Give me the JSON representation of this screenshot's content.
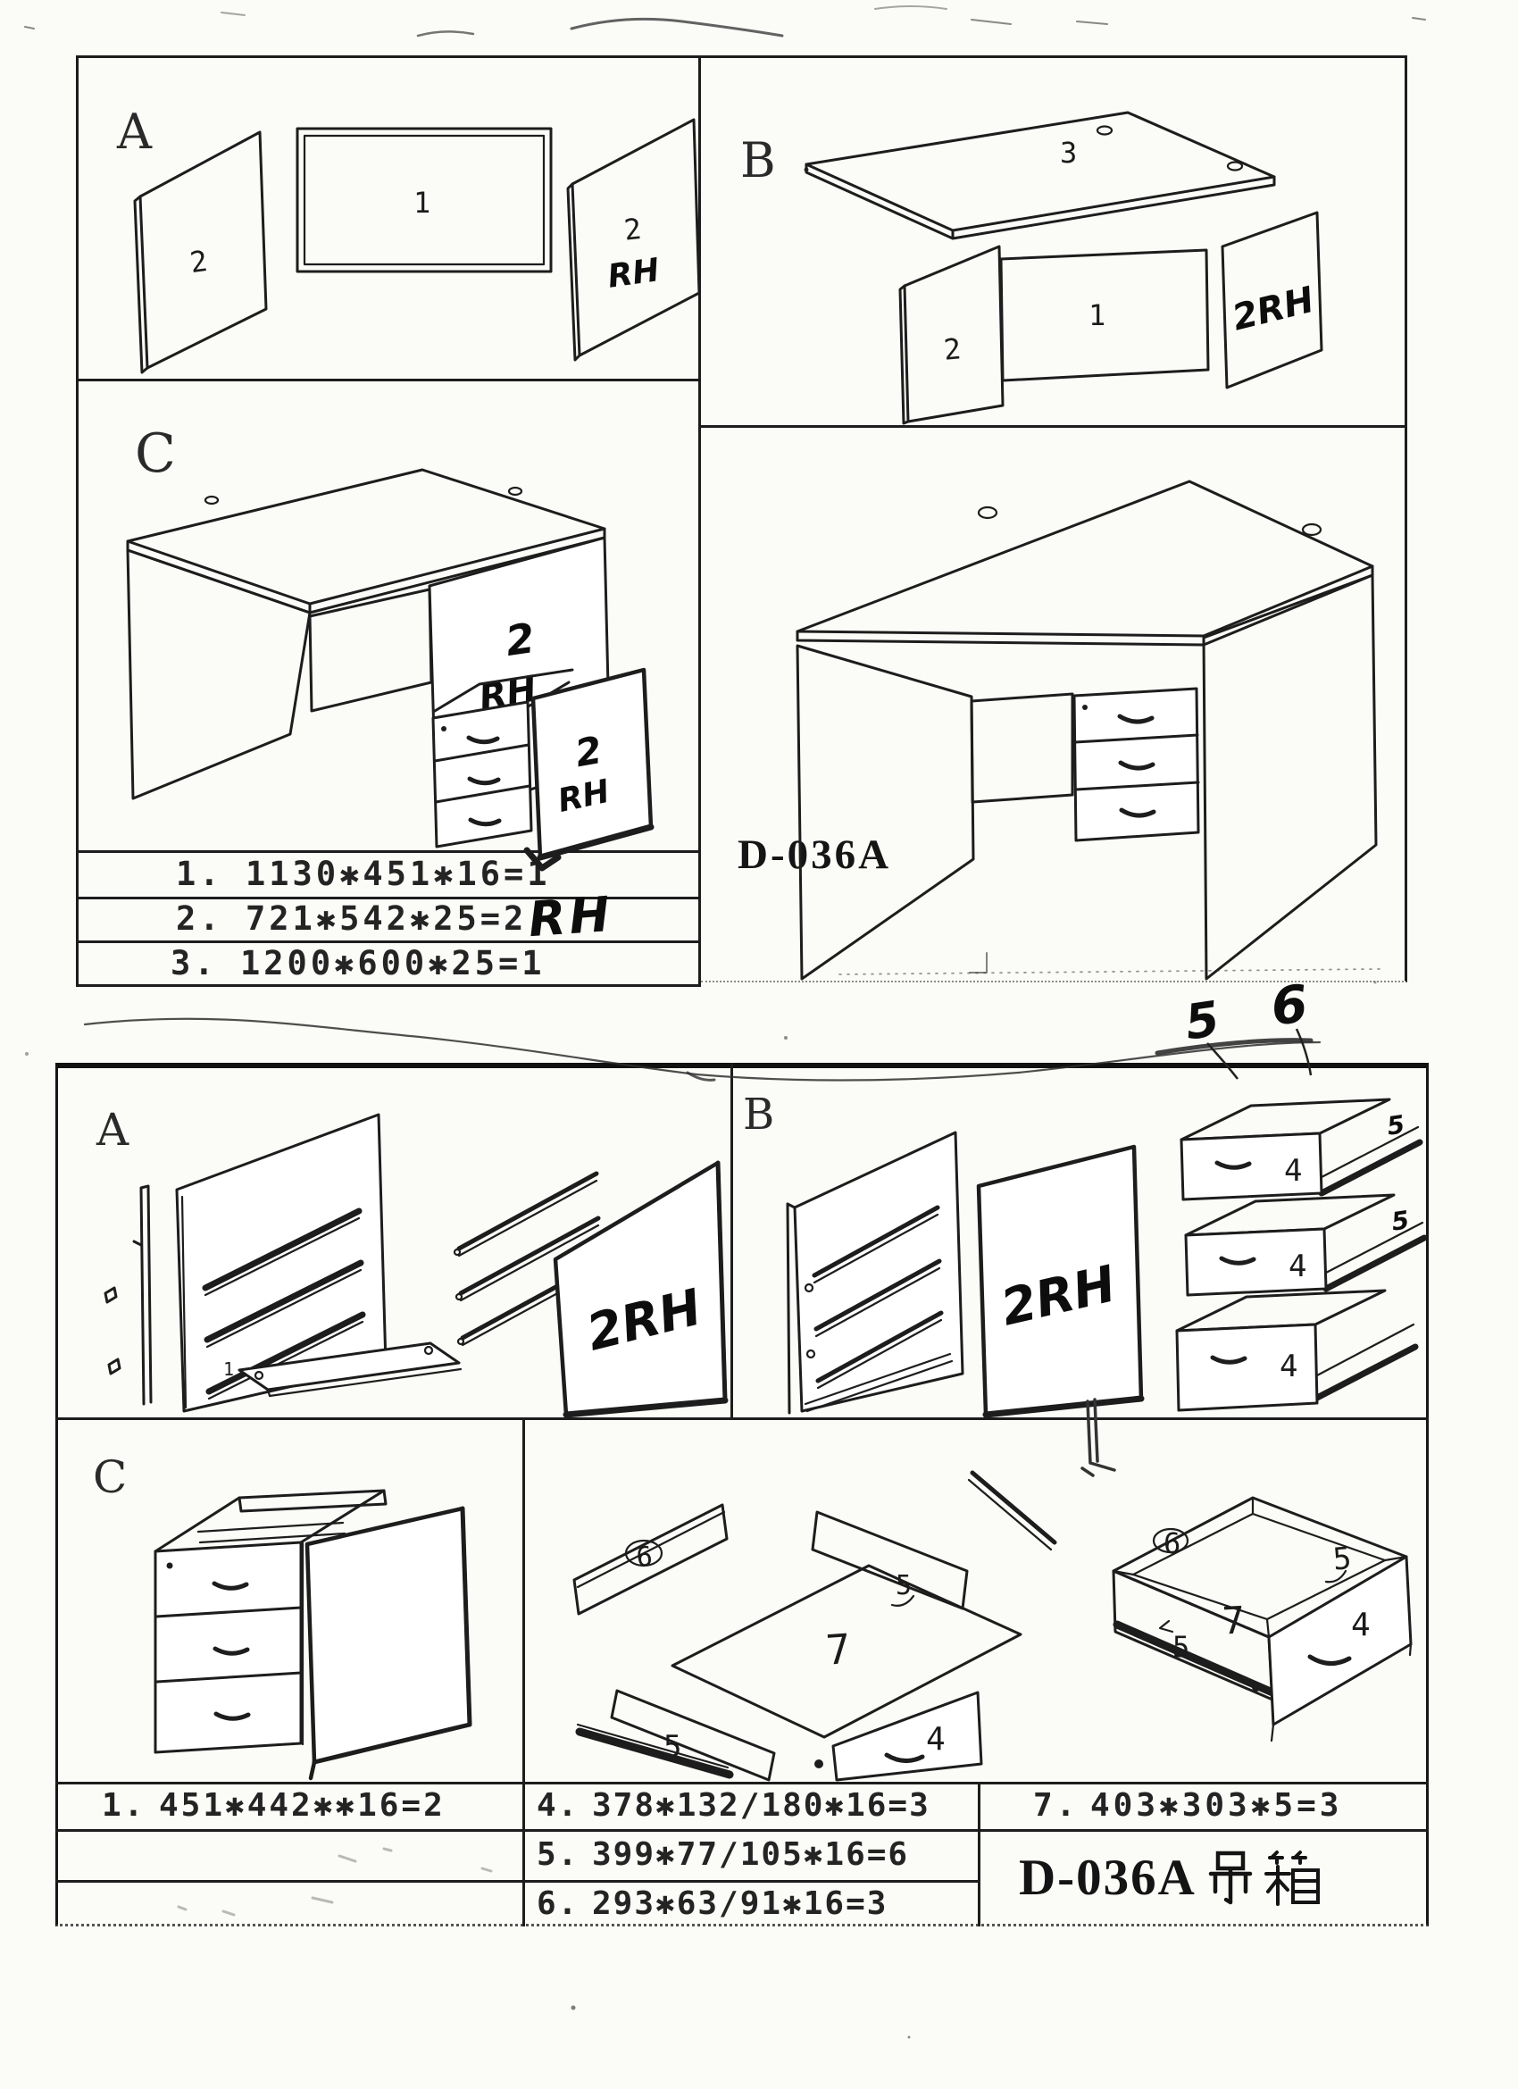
{
  "letters": {
    "top_a": "A",
    "top_b": "B",
    "top_c": "C",
    "bot_a": "A",
    "bot_b": "B",
    "bot_c": "C"
  },
  "nums": {
    "n1": "1",
    "n2": "2",
    "n3": "3",
    "n4": "4",
    "n5": "5",
    "n6": "6",
    "n7": "7"
  },
  "hand": {
    "rh": "RH",
    "two_rh": "2RH",
    "five": "5",
    "six": "6"
  },
  "top_section": {
    "parts_table": [
      {
        "no": "1.",
        "spec": "1130✱451✱16=1",
        "suffix": ""
      },
      {
        "no": "2.",
        "spec": "721✱542✱25=2",
        "suffix": "RH"
      },
      {
        "no": "3.",
        "spec": "1200✱600✱25=1",
        "suffix": ""
      }
    ],
    "model_label": "D-036A"
  },
  "bottom_section": {
    "table_col1": [
      {
        "no": "1.",
        "spec": "451✱442✱✱16=2"
      }
    ],
    "table_col2": [
      {
        "no": "4.",
        "spec": "378✱132/180✱16=3"
      },
      {
        "no": "5.",
        "spec": "399✱77/105✱16=6"
      },
      {
        "no": "6.",
        "spec": "293✱63/91✱16=3"
      }
    ],
    "table_col3": [
      {
        "no": "7.",
        "spec": "403✱303✱5=3"
      }
    ],
    "model_label_full": "D-036A吊箱",
    "model_label_prefix": "D-036A"
  }
}
